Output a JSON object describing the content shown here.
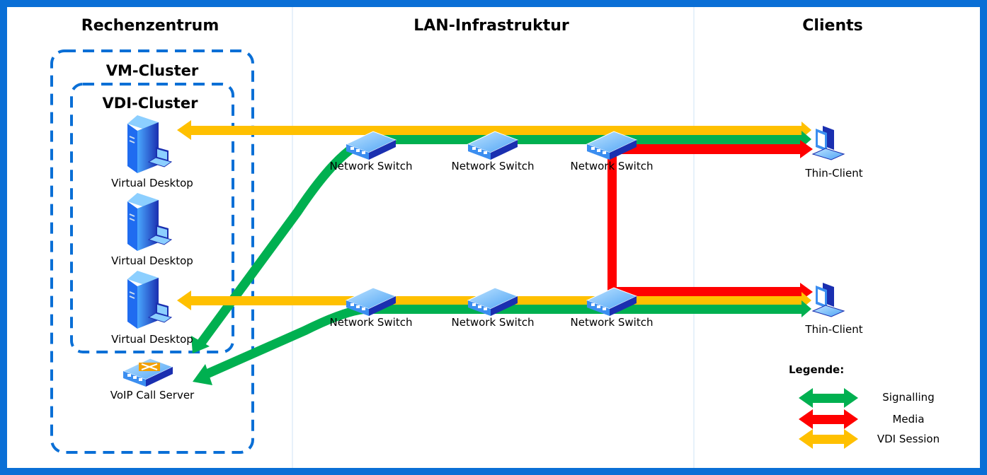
{
  "columns": [
    "Rechenzentrum",
    "LAN-Infrastruktur",
    "Clients"
  ],
  "clusters": {
    "vm": "VM-Cluster",
    "vdi": "VDI-Cluster"
  },
  "nodes": {
    "virtual_desktops": [
      "Virtual Desktop",
      "Virtual Desktop",
      "Virtual Desktop"
    ],
    "voip": "VoIP Call Server",
    "switches_top": [
      "Network Switch",
      "Network Switch",
      "Network Switch"
    ],
    "switches_bottom": [
      "Network Switch",
      "Network Switch",
      "Network Switch"
    ],
    "clients": [
      "Thin-Client",
      "Thin-Client"
    ]
  },
  "legend": {
    "title": "Legende:",
    "items": [
      {
        "label": "Signalling",
        "color": "#00b050"
      },
      {
        "label": "Media",
        "color": "#ff0000"
      },
      {
        "label": "VDI Session",
        "color": "#ffc000"
      }
    ]
  },
  "colors": {
    "frame": "#0a6fd6",
    "signalling": "#00b050",
    "media": "#ff0000",
    "vdi": "#ffc000"
  }
}
